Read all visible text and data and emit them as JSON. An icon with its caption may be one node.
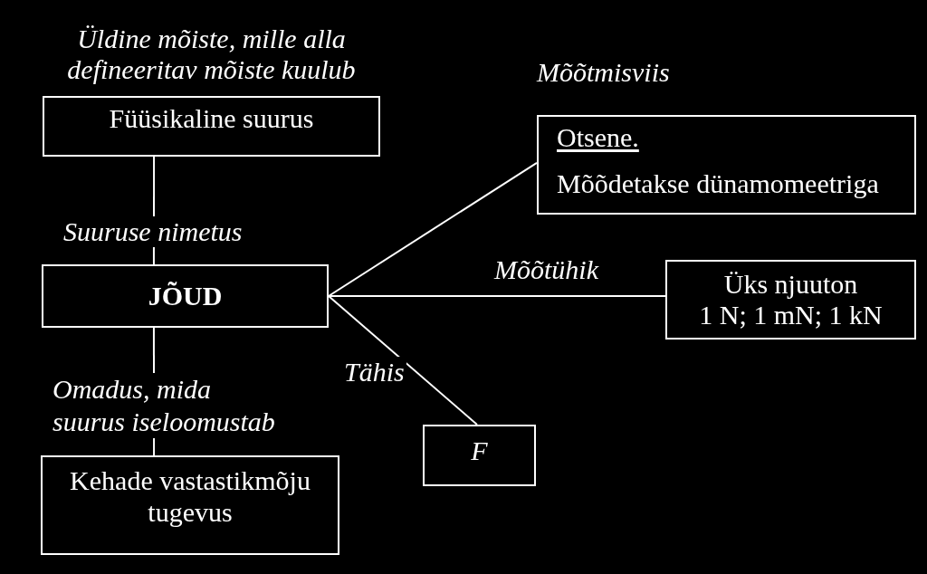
{
  "diagram": {
    "nodes": [
      {
        "text": [
          "Üldine mõiste, mille alla defineeritav mõiste kuulub",
          "Füüsikaline suurus"
        ]
      },
      {
        "text": [
          "Mõõtmisviis",
          "Otsene.",
          "Mõõdetakse dünamomeetriga"
        ]
      },
      {
        "text": [
          "JÕUD"
        ]
      },
      {
        "text": [
          "Üks njuuton",
          "1 N; 1 mN; 1 kN"
        ]
      },
      {
        "text": [
          "F"
        ]
      },
      {
        "text": [
          "Kehade vastastikmõju tugevus"
        ]
      }
    ],
    "edges": [
      {
        "from": 0,
        "to": 2,
        "arrow": "none",
        "label": "Suuruse nimetus"
      },
      {
        "from": 2,
        "to": 1,
        "arrow": "none"
      },
      {
        "from": 2,
        "to": 3,
        "arrow": "none",
        "label": "Mõõtühik"
      },
      {
        "from": 2,
        "to": 4,
        "arrow": "none",
        "label": "Tähis"
      },
      {
        "from": 2,
        "to": 5,
        "arrow": "none",
        "label": "Omadus, mida suurus iseloomustab"
      }
    ]
  }
}
